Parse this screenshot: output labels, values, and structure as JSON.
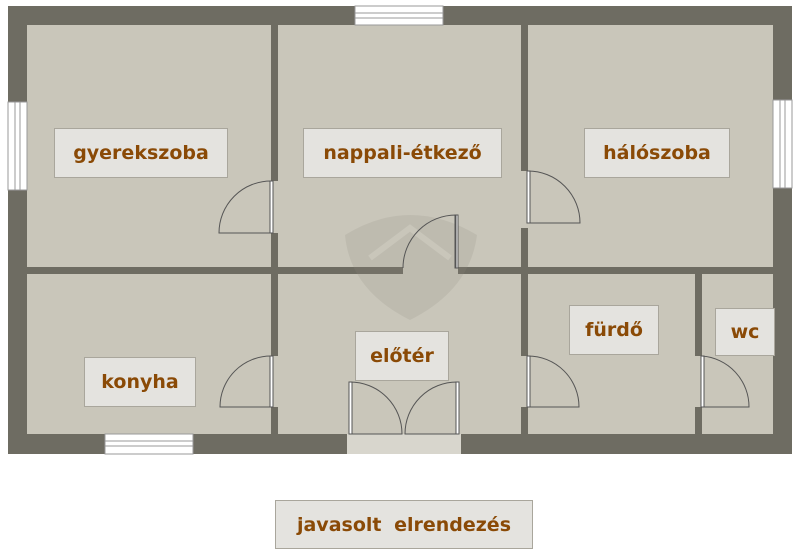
{
  "rooms": {
    "gyerekszoba": "gyerekszoba",
    "nappali": "nappali-étkező",
    "haloszoba": "hálószoba",
    "konyha": "konyha",
    "eloter": "előtér",
    "furdo": "fürdő",
    "wc": "wc"
  },
  "caption": "javasolt  elrendezés",
  "colors": {
    "wall": "#6e6c62",
    "floor": "#c9c6ba",
    "label_bg": "#e4e3df",
    "label_text": "#8a4a06",
    "window": "#ffffff",
    "door_line": "#555555"
  },
  "icons": {
    "watermark": "house-shield-watermark-icon"
  }
}
